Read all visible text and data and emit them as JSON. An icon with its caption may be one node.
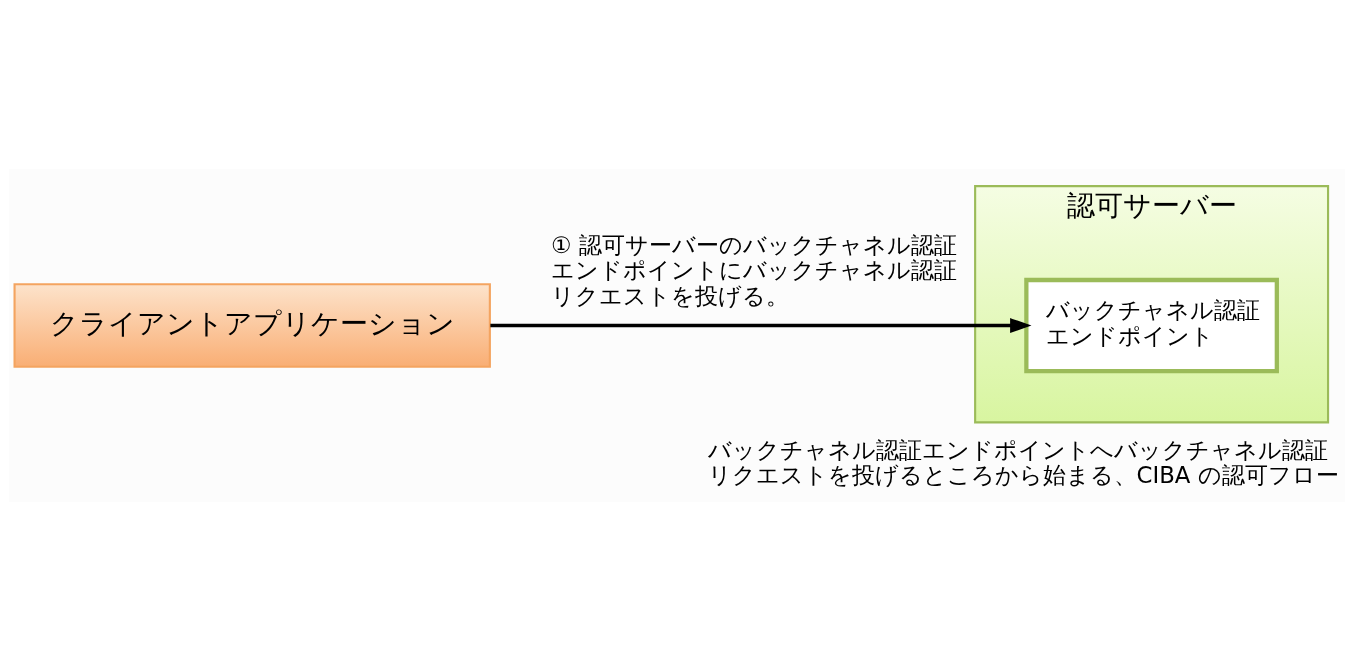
{
  "diagram": {
    "caption": "バックチャネル認証エンドポイントへバックチャネル認証リクエストを投げるところから始まる、CIBA の認可フロー",
    "nodes": [
      {
        "text": [
          "クライアントアプリケーション"
        ]
      },
      {
        "text": [
          "認可サーバー"
        ]
      },
      {
        "text": [
          "バックチャネル認証エンドポイント"
        ],
        "in": 1
      }
    ],
    "edges": [
      {
        "from": 0,
        "to": 2,
        "arrow": "to",
        "label": "① 認可サーバーのバックチャネル認証エンドポイントにバックチャネル認証リクエストを投げる。"
      }
    ]
  }
}
